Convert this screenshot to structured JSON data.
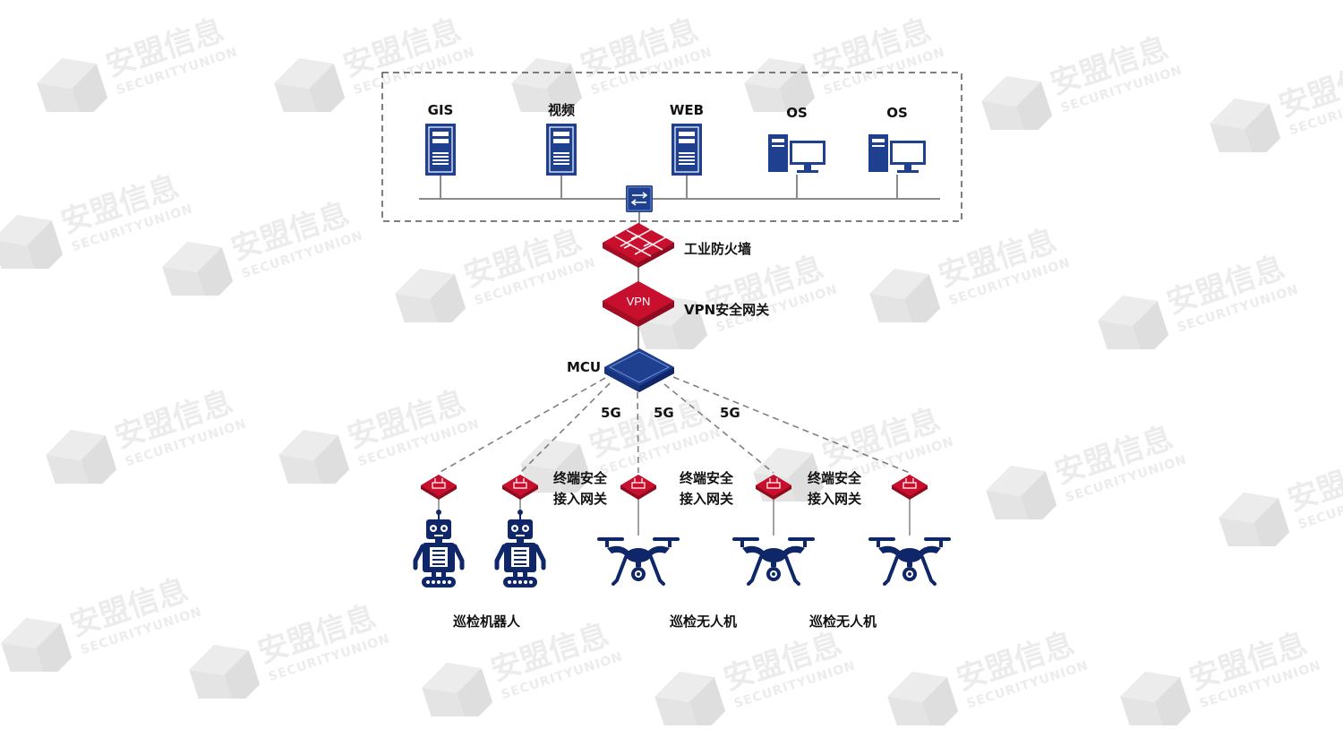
{
  "colors": {
    "blue": "#1f3f8f",
    "blue_dark": "#0f2668",
    "red": "#c8102e",
    "red_dark": "#8e0b20",
    "line": "#8a8a8a",
    "dash": "#7f7f7f",
    "watermark": "#ececec"
  },
  "watermark": {
    "name": "安盟信息",
    "sub": "SECURITYUNION"
  },
  "servers": [
    {
      "label": "GIS",
      "icon": "server-icon"
    },
    {
      "label": "视频",
      "icon": "server-icon"
    },
    {
      "label": "WEB",
      "icon": "server-icon"
    },
    {
      "label": "OS",
      "icon": "desktop-icon"
    },
    {
      "label": "OS",
      "icon": "desktop-icon"
    }
  ],
  "switch": {
    "icon": "switch-icon"
  },
  "firewall": {
    "label": "工业防火墙",
    "icon": "firewall-icon"
  },
  "vpn": {
    "label": "VPN安全网关",
    "badge": "VPN",
    "icon": "vpn-gateway-icon"
  },
  "mcu": {
    "label": "MCU",
    "icon": "mcu-router-icon"
  },
  "links": [
    "5G",
    "5G",
    "5G"
  ],
  "terminal_gateway": {
    "line1": "终端安全",
    "line2": "接入网关",
    "icon": "terminal-gateway-icon"
  },
  "devices": [
    {
      "icon": "robot-icon"
    },
    {
      "icon": "robot-icon"
    },
    {
      "icon": "drone-icon"
    },
    {
      "icon": "drone-icon"
    },
    {
      "icon": "drone-icon"
    }
  ],
  "groups": {
    "robots": "巡检机器人",
    "drones_a": "巡检无人机",
    "drones_b": "巡检无人机"
  }
}
